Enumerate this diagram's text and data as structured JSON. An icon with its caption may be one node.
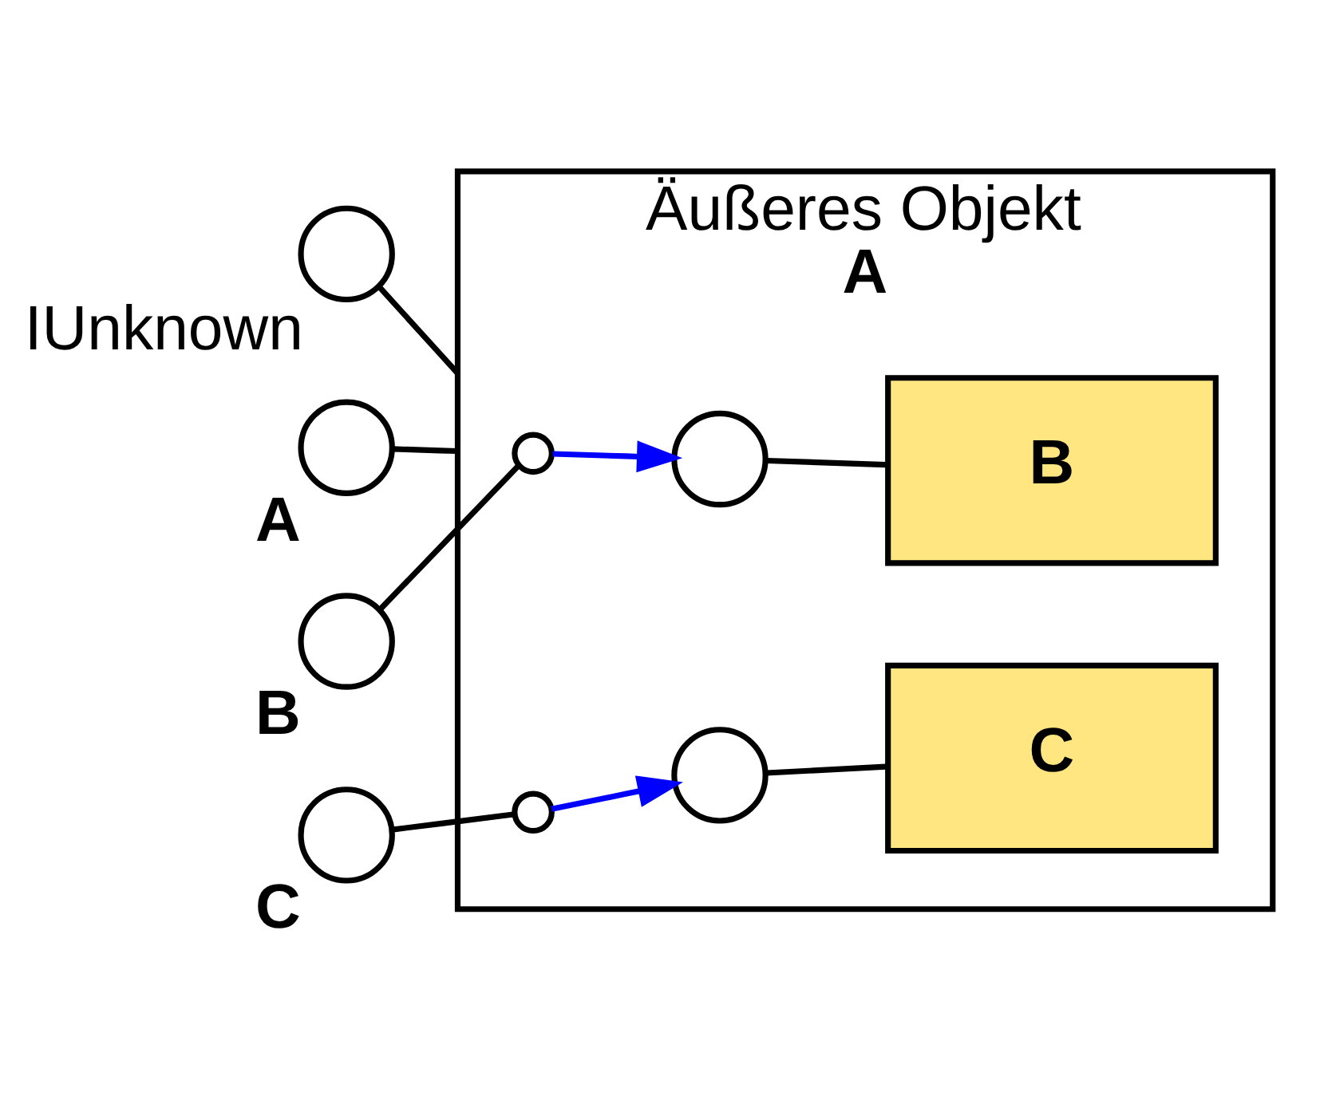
{
  "diagram": {
    "nodes": [
      {
        "text": [
          "Äußeres Objekt",
          "A"
        ]
      },
      {
        "text": [],
        "shape": "circle",
        "beside": [
          "IUnknown"
        ]
      },
      {
        "text": [],
        "shape": "circle",
        "beside": [
          "A"
        ]
      },
      {
        "text": [],
        "shape": "circle",
        "beside": [
          "B"
        ]
      },
      {
        "text": [],
        "shape": "circle",
        "beside": [
          "C"
        ]
      },
      {
        "text": [],
        "shape": "circle",
        "in": 0
      },
      {
        "text": [],
        "shape": "circle",
        "in": 0
      },
      {
        "text": [
          "B"
        ],
        "in": 0
      },
      {
        "text": [],
        "shape": "circle",
        "in": 0
      },
      {
        "text": [],
        "shape": "circle",
        "in": 0
      },
      {
        "text": [
          "C"
        ],
        "in": 0
      }
    ],
    "edges": [
      {
        "from": 1,
        "to": 0,
        "arrow": "none"
      },
      {
        "from": 2,
        "to": 0,
        "arrow": "none"
      },
      {
        "from": 3,
        "to": 5,
        "arrow": "none"
      },
      {
        "from": 5,
        "to": 6,
        "arrow": "to",
        "color": "#0000ff"
      },
      {
        "from": 6,
        "to": 7,
        "arrow": "none"
      },
      {
        "from": 4,
        "to": 8,
        "arrow": "none"
      },
      {
        "from": 8,
        "to": 9,
        "arrow": "to",
        "color": "#0000ff"
      },
      {
        "from": 9,
        "to": 10,
        "arrow": "none"
      }
    ]
  }
}
